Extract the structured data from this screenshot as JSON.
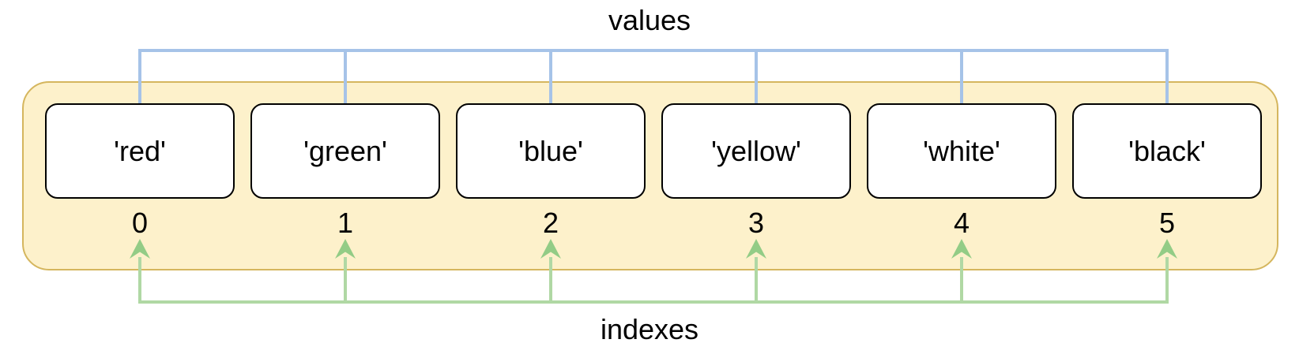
{
  "diagram": {
    "title_top": "values",
    "title_bottom": "indexes",
    "cells": [
      {
        "value": "'red'",
        "index": "0"
      },
      {
        "value": "'green'",
        "index": "1"
      },
      {
        "value": "'blue'",
        "index": "2"
      },
      {
        "value": "'yellow'",
        "index": "3"
      },
      {
        "value": "'white'",
        "index": "4"
      },
      {
        "value": "'black'",
        "index": "5"
      }
    ],
    "colors": {
      "canvas_bg": "#ffffff",
      "container_fill": "#fdf1cb",
      "container_border": "#d5b65e",
      "box_fill": "#ffffff",
      "box_border": "#000000",
      "text": "#000000",
      "values_arrow": "#a6c3e8",
      "values_arrowhead": "#92b6e4",
      "indexes_arrow": "#b0d8a4",
      "indexes_arrowhead": "#93cc86"
    }
  }
}
